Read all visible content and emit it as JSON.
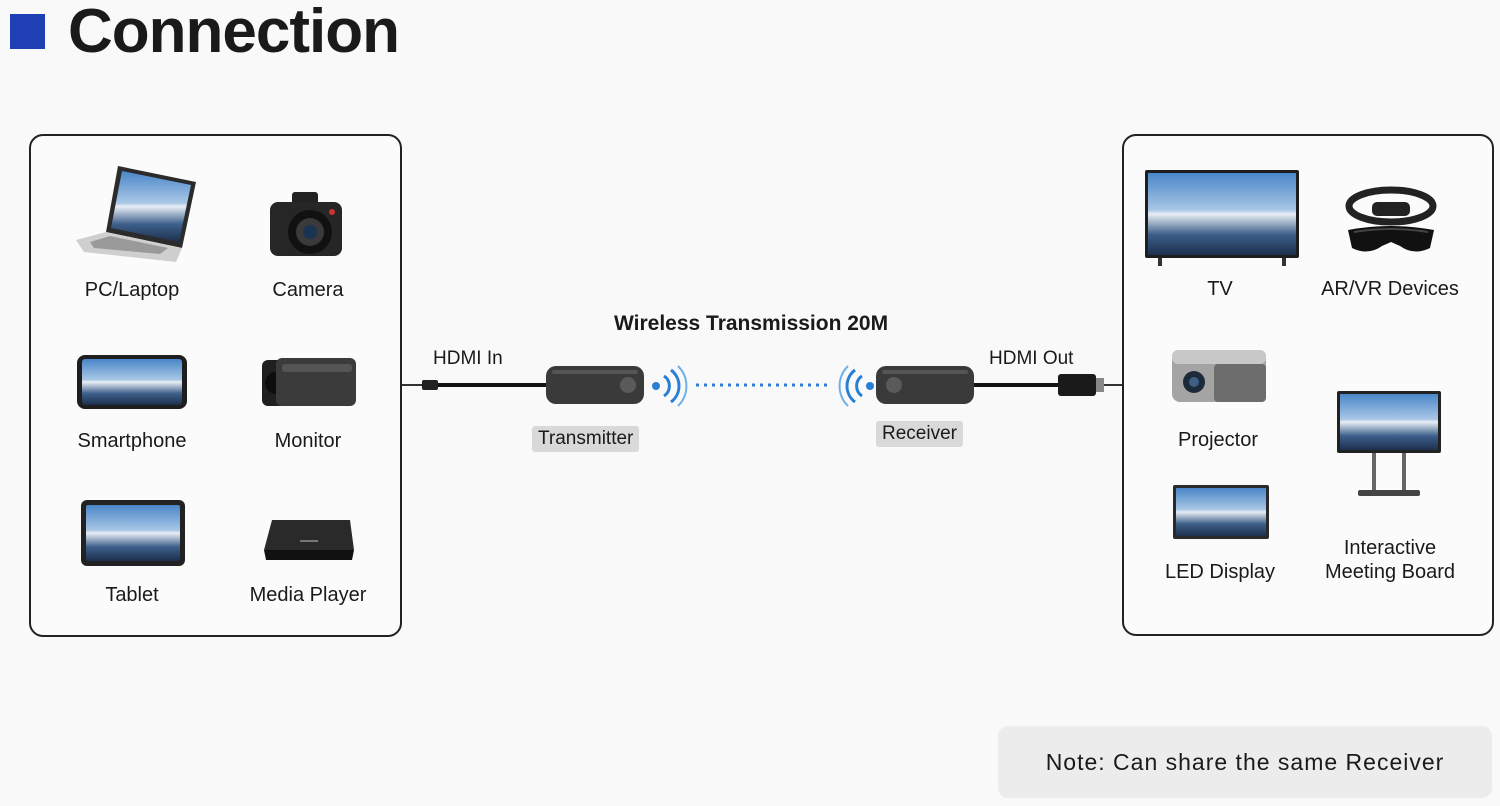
{
  "title": "Connection",
  "colors": {
    "accent": "#1f3fb4",
    "signal": "#2a7fd4"
  },
  "sources": [
    {
      "label": "PC/Laptop",
      "icon": "laptop-icon"
    },
    {
      "label": "Camera",
      "icon": "camera-icon"
    },
    {
      "label": "Smartphone",
      "icon": "smartphone-icon"
    },
    {
      "label": "Monitor",
      "icon": "monitor-camera-icon"
    },
    {
      "label": "Tablet",
      "icon": "tablet-icon"
    },
    {
      "label": "Media Player",
      "icon": "media-player-icon"
    }
  ],
  "link": {
    "title": "Wireless Transmission 20M",
    "hdmi_in": "HDMI In",
    "hdmi_out": "HDMI Out",
    "transmitter": "Transmitter",
    "receiver": "Receiver"
  },
  "displays": [
    {
      "label": "TV",
      "icon": "tv-icon"
    },
    {
      "label": "AR/VR Devices",
      "icon": "vr-headset-icon"
    },
    {
      "label": "Projector",
      "icon": "projector-icon"
    },
    {
      "label": "LED Display",
      "icon": "led-display-icon"
    },
    {
      "label_line1": "Interactive",
      "label_line2": "Meeting Board",
      "icon": "meeting-board-icon"
    }
  ],
  "note": "Note: Can share the same Receiver"
}
